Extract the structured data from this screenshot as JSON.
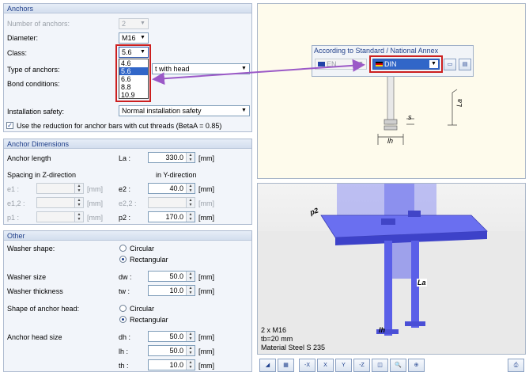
{
  "anchors": {
    "title": "Anchors",
    "number_label": "Number of anchors:",
    "number_value": "2",
    "diameter_label": "Diameter:",
    "diameter_value": "M16",
    "class_label": "Class:",
    "class_value": "5.6",
    "class_options": [
      "4.6",
      "5.6",
      "6.6",
      "8.8",
      "10.9"
    ],
    "type_label": "Type of anchors:",
    "type_value": "t with head",
    "bond_label": "Bond conditions:",
    "installation_label": "Installation safety:",
    "installation_value": "Normal installation safety",
    "reduction_label": "Use the reduction for anchor bars with cut threads (BetaA = 0.85)",
    "reduction_checked": true
  },
  "dimensions": {
    "title": "Anchor Dimensions",
    "length_label": "Anchor length",
    "length_symbol": "La :",
    "length_value": "330.0",
    "unit_mm": "[mm]",
    "spacing_z": "Spacing in Z-direction",
    "spacing_y": "in Y-direction",
    "e1_label": "e1 :",
    "e12_label": "e1,2 :",
    "p1_label": "p1 :",
    "e2_label": "e2 :",
    "e2_value": "40.0",
    "e22_label": "e2,2 :",
    "p2_label": "p2 :",
    "p2_value": "170.0"
  },
  "other": {
    "title": "Other",
    "washer_shape_label": "Washer shape:",
    "circular": "Circular",
    "rectangular": "Rectangular",
    "washer_size_label": "Washer size",
    "washer_size_symbol": "dw :",
    "washer_size_value": "50.0",
    "washer_thk_label": "Washer thickness",
    "washer_thk_symbol": "tw :",
    "washer_thk_value": "10.0",
    "head_shape_label": "Shape of anchor head:",
    "head_size_label": "Anchor head size",
    "dh_symbol": "dh :",
    "dh_value": "50.0",
    "lh_symbol": "lh :",
    "lh_value": "50.0",
    "th_symbol": "th :",
    "th_value": "10.0"
  },
  "standard": {
    "title": "According to Standard / National Annex",
    "en_value": "EN",
    "din_value": "DIN",
    "dim_la": "La",
    "dim_s": "s",
    "dim_lh": "lh"
  },
  "view3d": {
    "info_line1": "2 x M16",
    "info_line2": "tb=20 mm",
    "info_line3": "Material Steel S 235",
    "label_p2": "p2",
    "label_la": "La",
    "label_lh": "lh"
  },
  "toolbar": {
    "buttons": [
      "",
      "",
      "-X",
      "X",
      "Y",
      "-Z",
      "",
      "",
      ""
    ]
  },
  "colors": {
    "highlight_red": "#cc1f1f",
    "arrow_purple": "#9b59c7",
    "header_blue": "#21408a",
    "steel_blue": "#5a5fe8"
  }
}
